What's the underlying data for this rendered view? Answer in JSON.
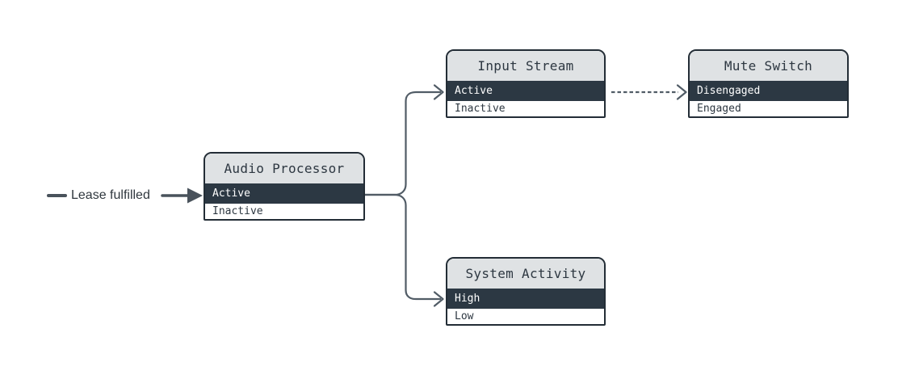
{
  "diagram": {
    "edge_label": "Lease fulfilled",
    "colors": {
      "canvas_bg": "#ffffff",
      "node_border": "#232d36",
      "header_bg": "#dfe2e4",
      "active_bg": "#2c3843",
      "active_text": "#ffffff",
      "state_text": "#2d3741",
      "connector": "#515c66",
      "lease_arrow": "#49525b",
      "label_text": "#2f373e"
    },
    "nodes": [
      {
        "id": "audio-processor",
        "title": "Audio Processor",
        "states": [
          {
            "label": "Active",
            "active": true
          },
          {
            "label": "Inactive",
            "active": false
          }
        ]
      },
      {
        "id": "input-stream",
        "title": "Input Stream",
        "states": [
          {
            "label": "Active",
            "active": true
          },
          {
            "label": "Inactive",
            "active": false
          }
        ]
      },
      {
        "id": "mute-switch",
        "title": "Mute Switch",
        "states": [
          {
            "label": "Disengaged",
            "active": true
          },
          {
            "label": "Engaged",
            "active": false
          }
        ]
      },
      {
        "id": "system-activity",
        "title": "System Activity",
        "states": [
          {
            "label": "High",
            "active": true
          },
          {
            "label": "Low",
            "active": false
          }
        ]
      }
    ],
    "edges": [
      {
        "from": "Lease fulfilled (external event)",
        "to": "Audio Processor / Active",
        "style": "solid-filled-arrow",
        "label": "Lease fulfilled"
      },
      {
        "from": "Audio Processor / Active",
        "to": "Input Stream / Active",
        "style": "solid-open-arrow"
      },
      {
        "from": "Audio Processor / Active",
        "to": "System Activity / High",
        "style": "solid-open-arrow"
      },
      {
        "from": "Input Stream / Active",
        "to": "Mute Switch / Disengaged",
        "style": "dashed-open-arrow"
      }
    ]
  }
}
